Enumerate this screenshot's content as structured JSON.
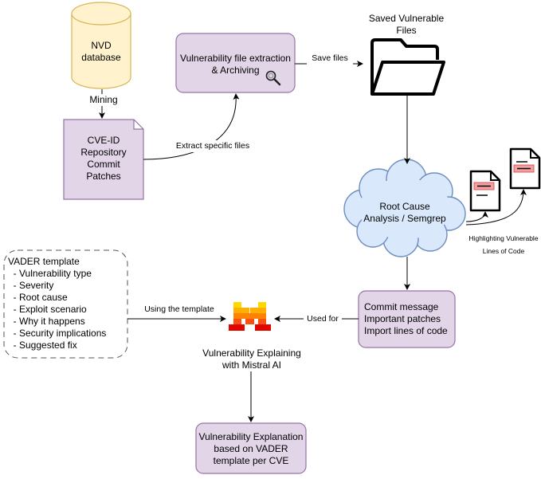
{
  "nodes": {
    "nvd": {
      "line1": "NVD",
      "line2": "database"
    },
    "cve": {
      "lines": [
        "CVE-ID",
        "Repository",
        "Commit",
        "Patches"
      ]
    },
    "extraction": {
      "line1": "Vulnerability file extraction",
      "line2": "& Archiving"
    },
    "saved": {
      "line1": "Saved Vulnerable",
      "line2": "Files"
    },
    "rootcause": {
      "line1": "Root Cause",
      "line2": "Analysis / Semgrep"
    },
    "highlight": {
      "line1": "Highlighting Vulnerable",
      "line2": "Lines of Code"
    },
    "commit": {
      "lines": [
        "Commit message",
        "Important patches",
        "Import lines of code"
      ]
    },
    "mistral": {
      "line1": "Vulnerability Explaining",
      "line2": "with Mistral AI"
    },
    "vader": {
      "title": "VADER template",
      "items": [
        "Vulnerability type",
        "Severity",
        "Root cause",
        "Exploit scenario",
        "Why it happens",
        "Security implications",
        "Suggested fix"
      ]
    },
    "explanation": {
      "lines": [
        "Vulnerability Explanation",
        "based on VADER",
        "template per CVE"
      ]
    }
  },
  "edges": {
    "mining": "Mining",
    "extract": "Extract specific files",
    "save": "Save files",
    "used_for": "Used for",
    "using_template": "Using the template"
  },
  "colors": {
    "process_fill": "#e1d5e7",
    "process_stroke": "#9673a6",
    "db_fill": "#fff2cc",
    "db_stroke": "#d6b656",
    "cloud_fill": "#dae8fc",
    "cloud_stroke": "#6c8ebf",
    "logo_colors": [
      "#ffd800",
      "#ffaf00",
      "#ff8205",
      "#fa500f",
      "#e10500"
    ]
  }
}
